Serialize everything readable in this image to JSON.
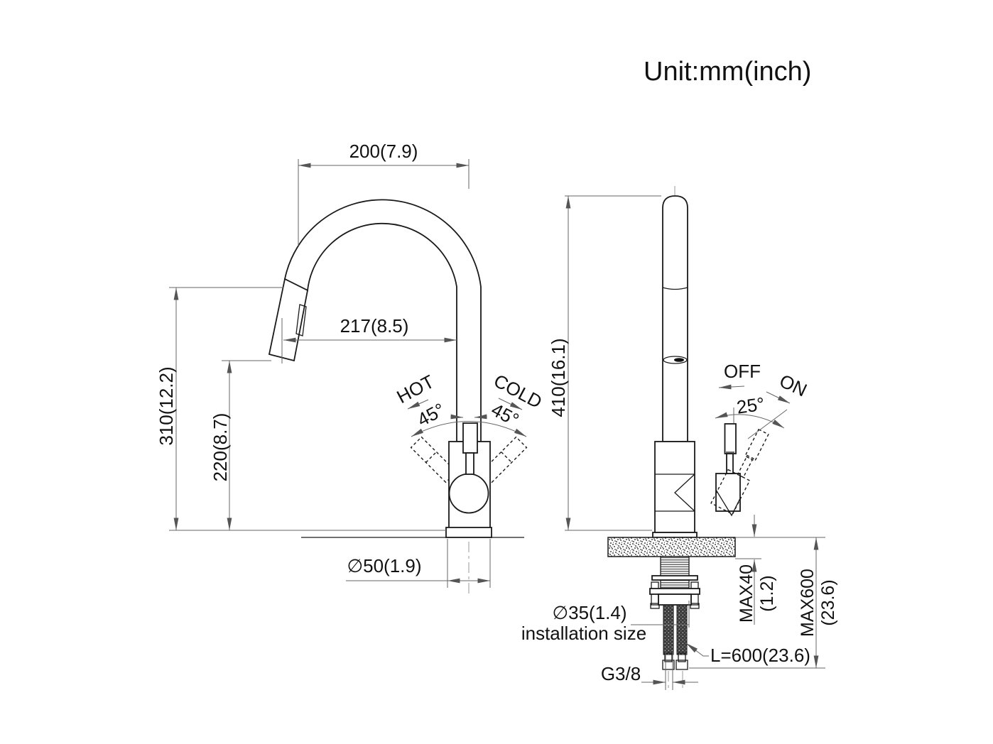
{
  "header": {
    "unit_label": "Unit:mm(inch)"
  },
  "front_view": {
    "dim_spout_width": "200(7.9)",
    "dim_spout_reach": "217(8.5)",
    "dim_total_height": "310(12.2)",
    "dim_body_height": "220(8.7)",
    "hot_label": "HOT",
    "hot_angle": "45°",
    "cold_label": "COLD",
    "cold_angle": "45°",
    "dim_base_diameter": "∅50(1.9)"
  },
  "side_view": {
    "dim_height": "410(16.1)",
    "off_label": "OFF",
    "on_label": "ON",
    "handle_angle": "25°",
    "max_counter_thickness": [
      "MAX40",
      "(1.2)"
    ],
    "max_below_counter": [
      "MAX600",
      "(23.6)"
    ],
    "install_diameter": "∅35(1.4)",
    "install_label": "installation size",
    "hose_length": "L=600(23.6)",
    "thread_size": "G3/8"
  },
  "colors": {
    "background": "#ffffff",
    "line": "#1a1a1a",
    "dimension": "#666666"
  }
}
